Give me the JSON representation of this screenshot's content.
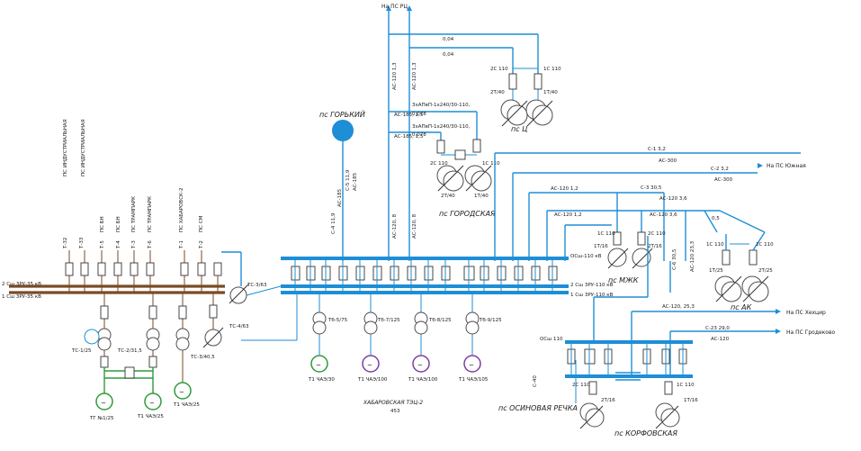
{
  "top_labels": {
    "ps_rc": "На ПС РЦ",
    "ps_yuzhnaya": "На ПС Южная",
    "ps_khekhtsir": "На ПС Хехцир",
    "ps_grodekovo": "На ПС Гродеково"
  },
  "stations": {
    "gorkiy": "пс ГОРЬКИЙ",
    "ts": "пс Ц",
    "gorodskaya": "пс ГОРОДСКАЯ",
    "mzhk": "пс МЖК",
    "ak": "пс АК",
    "osinovaya": "пс ОСИНОВАЯ РЕЧКА",
    "korfovskaya": "пс КОРФОВСКАЯ",
    "tets": "ХАБАРОВСКАЯ ТЭЦ-2",
    "tets_num": "453"
  },
  "feeders_35": [
    {
      "name": "ПС ИНДУСТРИАЛЬНАЯ",
      "code": "Т-32"
    },
    {
      "name": "ПС ИНДУСТРИАЛЬНАЯ",
      "code": "Т-33"
    },
    {
      "name": "ПС БН",
      "code": "Т-5"
    },
    {
      "name": "ПС БН",
      "code": "Т-4"
    },
    {
      "name": "ПС ТРАМПАРК",
      "code": "Т-3"
    },
    {
      "name": "ПС ТРАМПАРК",
      "code": "Т-6"
    },
    {
      "name": "ПС ХАБАРОВСК-2",
      "code": "Т-1"
    },
    {
      "name": "ПС СМ",
      "code": "Т-2"
    }
  ],
  "bus_labels": {
    "b35_2": "2 Сш 3РУ-35 кВ",
    "b35_1": "1 Сш 3РУ-35 кВ",
    "b110_o": "ОСш-110 кВ",
    "b110_2": "2 Сш 3РУ-110 кВ",
    "b110_1": "1 Сш 3РУ-110 кВ",
    "osinovaya_bus": "ОСш 110"
  },
  "transformers": {
    "ts1": "ТС-1/25",
    "ts2": "ТС-2/31,5",
    "ts3": "ТС-3/40,5",
    "ts3b": "ТС-3/63",
    "ts4": "ТС-4/63",
    "tg1": "ТГ №1/25",
    "g1": "Т1 ЧАЭ/25",
    "t5": "Тб-5/75",
    "t7": "Тб-7/125",
    "t8": "Тб-8/125",
    "t9": "Тб-9/125",
    "g11": "Т1 ЧАЭ/30",
    "g12": "Т1 ЧАЭ/100",
    "g13": "Т1 ЧАЭ/100",
    "g14": "Т1 ЧАЭ/105",
    "g15": "Т1 ЧАЭ/25",
    "g16": "Т1 ЧАЭ/25"
  },
  "line_labels": {
    "a1": "АС-120 1,3",
    "a2": "АС-120 1,3",
    "d1": "0,04",
    "d2": "0,04",
    "c1": "2С 110",
    "c2": "1С 110",
    "c3": "2Т/40",
    "c4": "1Т/40",
    "k1": "3хАПвП-1х240/30-110,",
    "k1b": "0,078",
    "k2": "3хАПвП-1х240/30-110,",
    "k2b": "0,078",
    "as185a": "АС-185, 1,5",
    "as185b": "АС-185, 1,5",
    "g2c": "2С 110",
    "g1c": "1С 110",
    "g2t": "2Т/40",
    "g1t": "1Т/40",
    "s1": "С-1 3,2",
    "s1b": "АС-300",
    "s2": "С-2 3,2",
    "s2b": "АС-300",
    "gork1": "С-4 11,9",
    "gork2": "АС-185",
    "gork3": "С-5 11,9",
    "gork4": "АС-185",
    "c3line": "С-3 30,5",
    "c3b": "АС-120 1,2",
    "c3c": "АС-120 3,6",
    "c4b": "АС-120 1,2",
    "c4c": "АС-120 3,6",
    "d05": "0,5",
    "m1": "1С 110",
    "m2": "2С 110",
    "m3": "1Т/16",
    "m4": "2Т/16",
    "ak1": "1С 110",
    "ak2": "2С 110",
    "ak3": "1Т/25",
    "ak4": "2Т/25",
    "c6": "С-6 30,5",
    "c6b": "АС-120 23,3",
    "c5": "АС-120, 25,3",
    "c23": "С-23 29,0",
    "c23b": "АС-120",
    "tl1": "АС-120, 8",
    "tl2": "АС-120, 8",
    "ko1": "2С 110",
    "ko2": "1С 110",
    "ko3": "2Т/16",
    "ko4": "1Т/16",
    "os": "С-40"
  },
  "colors": {
    "line": "#1e8ed6",
    "brown_bus": "#7a4a24",
    "gorkiy_node": "#1e8ed6",
    "green": "#2f9a3a",
    "purple": "#7a3fa3"
  }
}
